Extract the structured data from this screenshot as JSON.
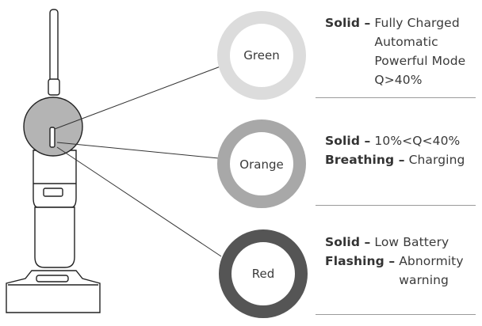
{
  "indicators": [
    {
      "ring_label": "Green",
      "ring_color": "#dcdcdc",
      "lines": [
        {
          "state": "Solid –",
          "values": [
            "Fully Charged",
            "Automatic",
            "Powerful Mode",
            "Q>40%"
          ]
        }
      ]
    },
    {
      "ring_label": "Orange",
      "ring_color": "#a8a8a8",
      "lines": [
        {
          "state": "Solid –",
          "values": [
            "10%<Q<40%"
          ]
        },
        {
          "state": "Breathing –",
          "values": [
            "Charging"
          ]
        }
      ]
    },
    {
      "ring_label": "Red",
      "ring_color": "#555555",
      "lines": [
        {
          "state": "Solid –",
          "values": [
            "Low Battery"
          ]
        },
        {
          "state": "Flashing –",
          "values": [
            "Abnormity",
            "warning"
          ]
        }
      ]
    }
  ]
}
